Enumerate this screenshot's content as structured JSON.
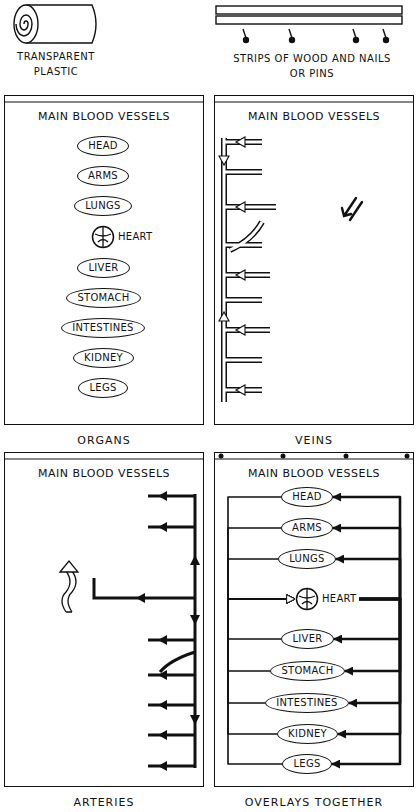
{
  "diagram": {
    "nodes": [
      {
        "text": [
          "MAIN BLOOD VESSELS",
          "ORGANS"
        ]
      },
      {
        "text": [
          "HEAD"
        ],
        "in": 0
      },
      {
        "text": [
          "ARMS"
        ],
        "in": 0
      },
      {
        "text": [
          "LUNGS"
        ],
        "in": 0
      },
      {
        "text": [
          "HEART"
        ],
        "in": 0
      },
      {
        "text": [
          "LIVER"
        ],
        "in": 0
      },
      {
        "text": [
          "STOMACH"
        ],
        "in": 0
      },
      {
        "text": [
          "INTESTINES"
        ],
        "in": 0
      },
      {
        "text": [
          "KIDNEY"
        ],
        "in": 0
      },
      {
        "text": [
          "LEGS"
        ],
        "in": 0
      },
      {
        "text": [
          "MAIN BLOOD VESSELS",
          "VEINS"
        ]
      },
      {
        "text": [
          "MAIN BLOOD VESSELS",
          "ARTERIES"
        ]
      },
      {
        "text": [
          "MAIN BLOOD VESSELS",
          "OVERLAYS TOGETHER"
        ]
      },
      {
        "text": [
          "HEAD"
        ],
        "in": 12
      },
      {
        "text": [
          "ARMS"
        ],
        "in": 12
      },
      {
        "text": [
          "LUNGS"
        ],
        "in": 12
      },
      {
        "text": [
          "HEART"
        ],
        "in": 12
      },
      {
        "text": [
          "LIVER"
        ],
        "in": 12
      },
      {
        "text": [
          "STOMACH"
        ],
        "in": 12
      },
      {
        "text": [
          "INTESTINES"
        ],
        "in": 12
      },
      {
        "text": [
          "KIDNEY"
        ],
        "in": 12
      },
      {
        "text": [
          "LEGS"
        ],
        "in": 12
      }
    ],
    "edges": [
      {
        "from": 13,
        "to": 16,
        "arrow": "to"
      },
      {
        "from": 14,
        "to": 16,
        "arrow": "to"
      },
      {
        "from": 15,
        "to": 16,
        "arrow": "to"
      },
      {
        "from": 17,
        "to": 16,
        "arrow": "to"
      },
      {
        "from": 18,
        "to": 16,
        "arrow": "to"
      },
      {
        "from": 19,
        "to": 16,
        "arrow": "to"
      },
      {
        "from": 20,
        "to": 16,
        "arrow": "to"
      },
      {
        "from": 21,
        "to": 16,
        "arrow": "to"
      },
      {
        "from": 16,
        "to": 13,
        "arrow": "to"
      },
      {
        "from": 16,
        "to": 14,
        "arrow": "to"
      },
      {
        "from": 16,
        "to": 15,
        "arrow": "to"
      },
      {
        "from": 16,
        "to": 17,
        "arrow": "to"
      },
      {
        "from": 16,
        "to": 18,
        "arrow": "to"
      },
      {
        "from": 16,
        "to": 19,
        "arrow": "to"
      },
      {
        "from": 16,
        "to": 20,
        "arrow": "to"
      },
      {
        "from": 16,
        "to": 21,
        "arrow": "to"
      }
    ],
    "labels": [
      "TRANSPARENT PLASTIC",
      "STRIPS OF WOOD AND NAILS OR PINS"
    ]
  }
}
